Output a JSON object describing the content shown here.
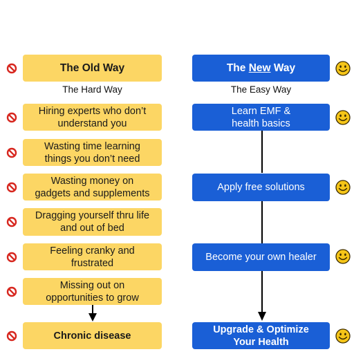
{
  "old_way": {
    "title": "The Old Way",
    "subtitle": "The Hard Way",
    "items": [
      [
        "Hiring experts who don’t",
        "understand you"
      ],
      [
        "Wasting time learning",
        "things you don’t need"
      ],
      [
        "Wasting money on",
        "gadgets and supplements"
      ],
      [
        "Dragging yourself thru life",
        "and out of bed"
      ],
      [
        "Feeling cranky and",
        "frustrated"
      ],
      [
        "Missing out on",
        "opportunities to grow"
      ]
    ],
    "result": "Chronic disease"
  },
  "new_way": {
    "title_pre": "The ",
    "title_emph": "New",
    "title_post": " Way",
    "subtitle": "The Easy Way",
    "steps": [
      [
        "Learn EMF &",
        "health basics"
      ],
      [
        "Apply free solutions"
      ],
      [
        "Become your own healer"
      ]
    ],
    "result": [
      "Upgrade & Optimize",
      "Your Health"
    ]
  },
  "colors": {
    "old_fill": "#fcd664",
    "new_fill": "#1a5fd6",
    "no_icon": "#d7261e",
    "smile_icon": "#f5c518"
  },
  "icons": {
    "old": "no-entry-icon",
    "new": "smiley-icon"
  }
}
